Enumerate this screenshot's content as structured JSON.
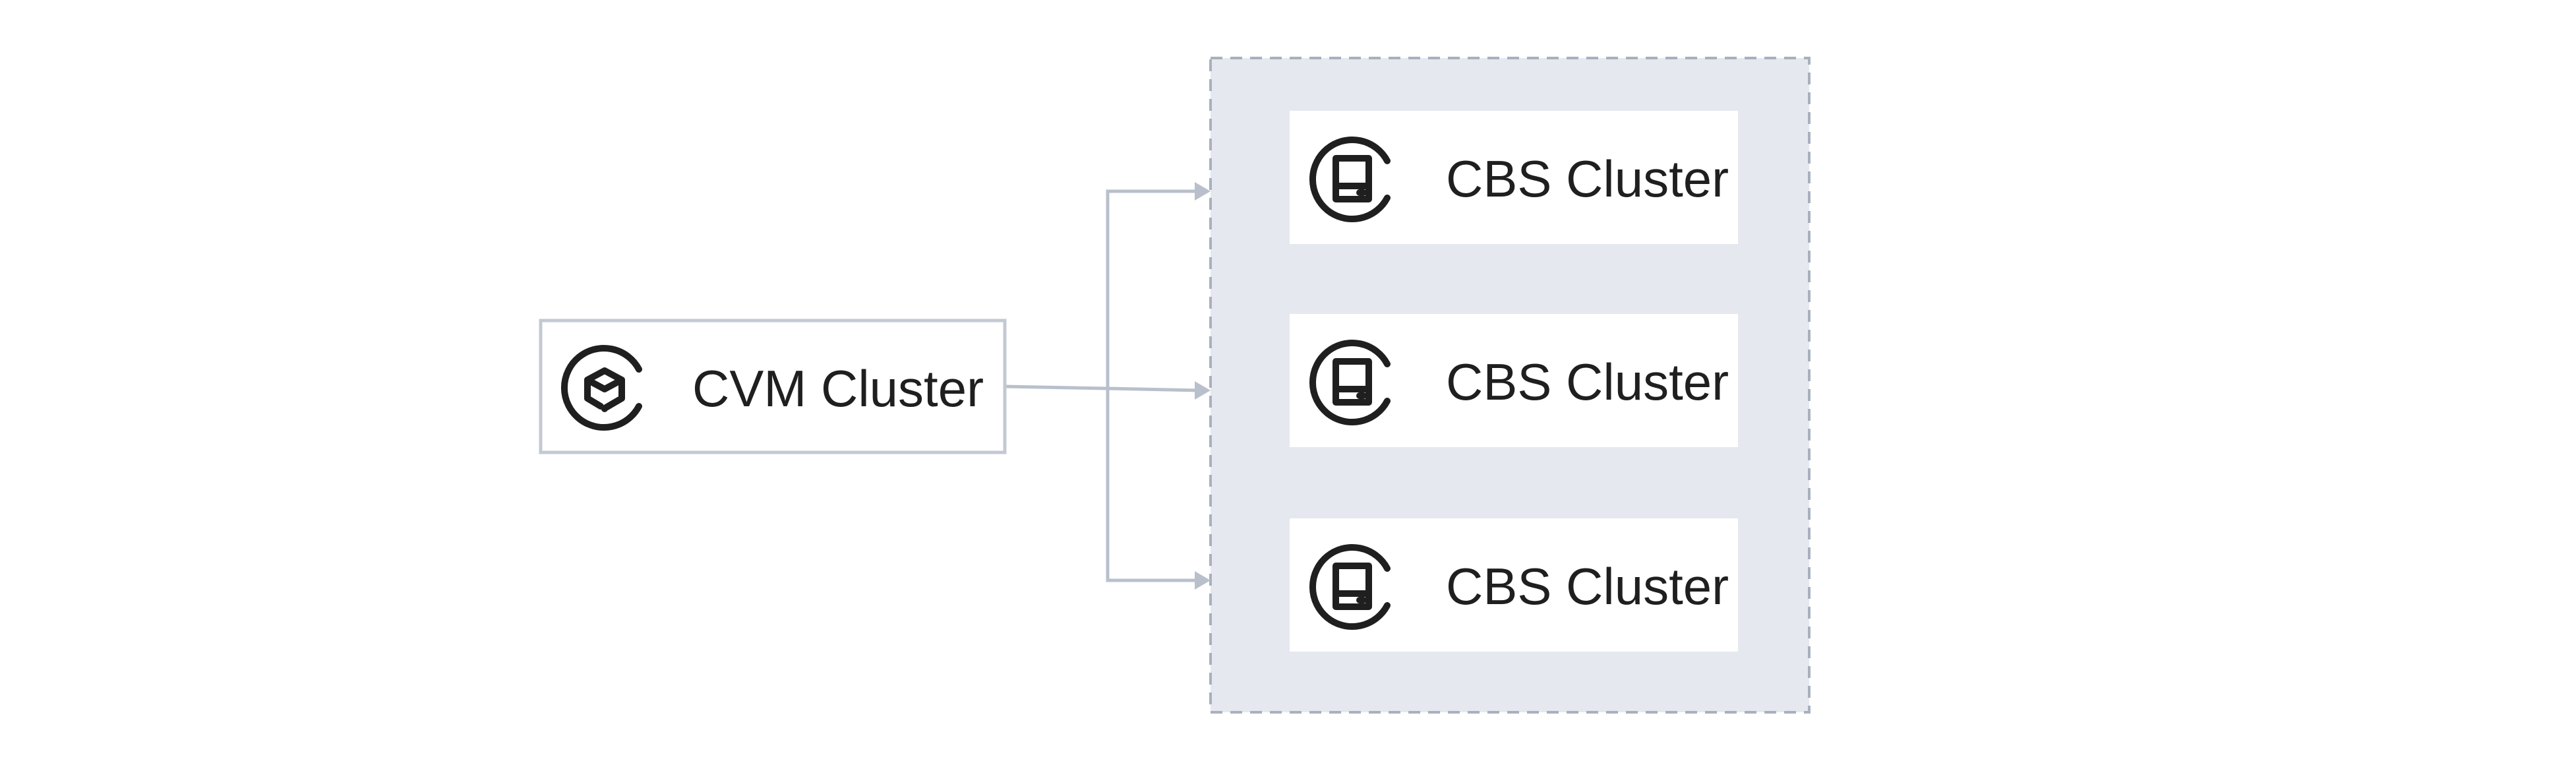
{
  "source_node": {
    "label": "CVM Cluster",
    "icon": "cvm-icon"
  },
  "target_group": {
    "nodes": [
      {
        "label": "CBS Cluster",
        "icon": "cbs-icon"
      },
      {
        "label": "CBS Cluster",
        "icon": "cbs-icon"
      },
      {
        "label": "CBS Cluster",
        "icon": "cbs-icon"
      }
    ]
  },
  "colors": {
    "group_fill": "#e5e8ef",
    "group_border": "#a9b0bd",
    "node_fill": "#ffffff",
    "node_border": "#c3c9d3",
    "connector": "#b9c0cc",
    "icon": "#1f1f1f",
    "text": "#1f1f1f"
  }
}
